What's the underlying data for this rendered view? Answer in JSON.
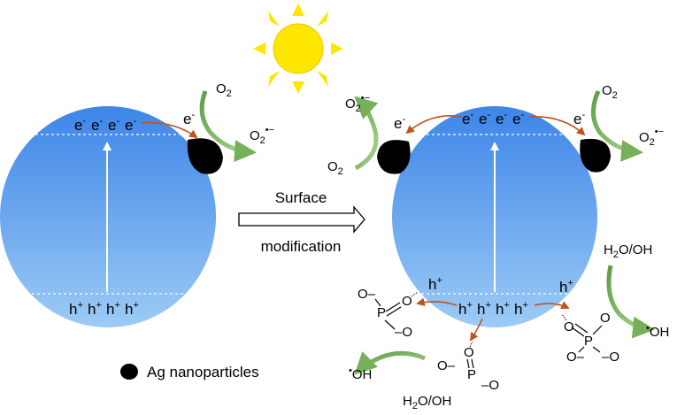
{
  "sun": {
    "icon": "sun-icon",
    "color": "#FFE600"
  },
  "arrow": {
    "label_top": "Surface",
    "label_bottom": "modification"
  },
  "carrier_labels": {
    "electron": "e",
    "electron_sup": "-",
    "hole": "h",
    "hole_sup": "+"
  },
  "species": {
    "o2": "O",
    "o2_sub": "2",
    "superoxide_sup": "•−",
    "water": "H",
    "water_sub": "2",
    "water_rest": "O/OH",
    "hydroxyl_dot": "•",
    "hydroxyl": "OH",
    "phosphate_o": "O",
    "phosphate_p": "P",
    "phosphate_bond": "–"
  },
  "legend": {
    "label": "Ag nanoparticles",
    "marker_icon": "ag-nanoparticle-icon"
  },
  "colors": {
    "sphere_top": "#3D85E8",
    "sphere_bottom": "#9CCBF5",
    "sun": "#FFE600",
    "nanoparticle": "#000000",
    "electron_arrow": "#C0531C",
    "curved_arrow": "#76B05A"
  }
}
